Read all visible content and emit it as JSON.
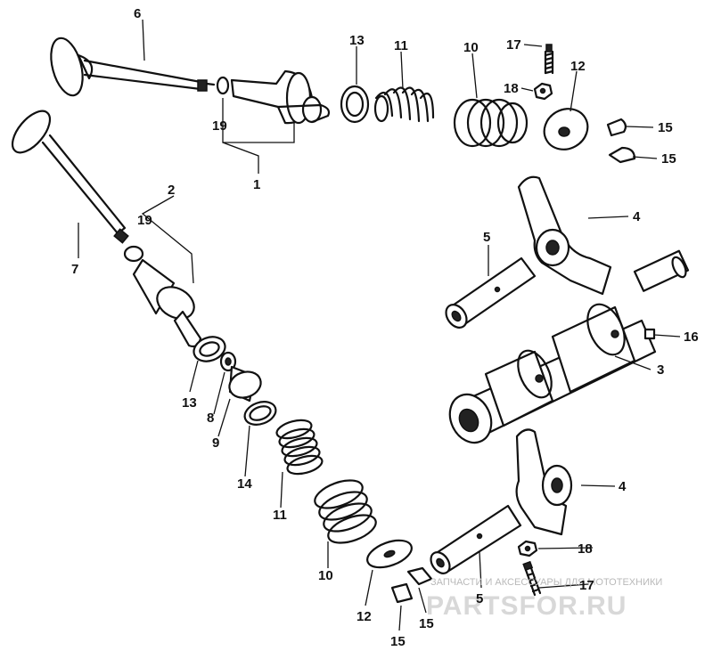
{
  "callouts": {
    "c1": "1",
    "c2": "2",
    "c3": "3",
    "c4a": "4",
    "c4b": "4",
    "c5a": "5",
    "c5b": "5",
    "c6": "6",
    "c7": "7",
    "c8": "8",
    "c9": "9",
    "c10a": "10",
    "c10b": "10",
    "c11a": "11",
    "c11b": "11",
    "c12a": "12",
    "c12b": "12",
    "c13a": "13",
    "c13b": "13",
    "c14": "14",
    "c15a": "15",
    "c15b": "15",
    "c15c": "15",
    "c15d": "15",
    "c16": "16",
    "c17a": "17",
    "c17b": "17",
    "c18a": "18",
    "c18b": "18",
    "c19a": "19",
    "c19b": "19"
  },
  "watermark": {
    "tagline": "ЗАПЧАСТИ И АКСЕССУАРЫ ДЛЯ МОТОТЕХНИКИ",
    "logo": "PARTSFOR.RU"
  }
}
